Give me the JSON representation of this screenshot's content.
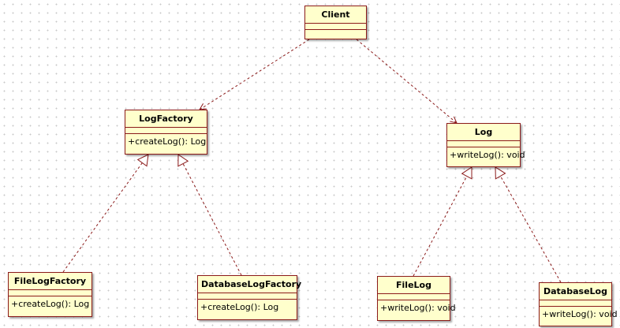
{
  "classes": {
    "client": {
      "name": "Client",
      "operation": ""
    },
    "logfactory": {
      "name": "LogFactory",
      "operation": "+createLog(): Log"
    },
    "log": {
      "name": "Log",
      "operation": "+writeLog(): void"
    },
    "filelogfactory": {
      "name": "FileLogFactory",
      "operation": "+createLog(): Log"
    },
    "databaselogfactory": {
      "name": "DatabaseLogFactory",
      "operation": "+createLog(): Log"
    },
    "filelog": {
      "name": "FileLog",
      "operation": "+writeLog(): void"
    },
    "databaselog": {
      "name": "DatabaseLog",
      "operation": "+writeLog(): void"
    }
  },
  "colors": {
    "border": "#8b1a1a",
    "fill": "#ffffcc",
    "relation": "#8b1a1a"
  }
}
